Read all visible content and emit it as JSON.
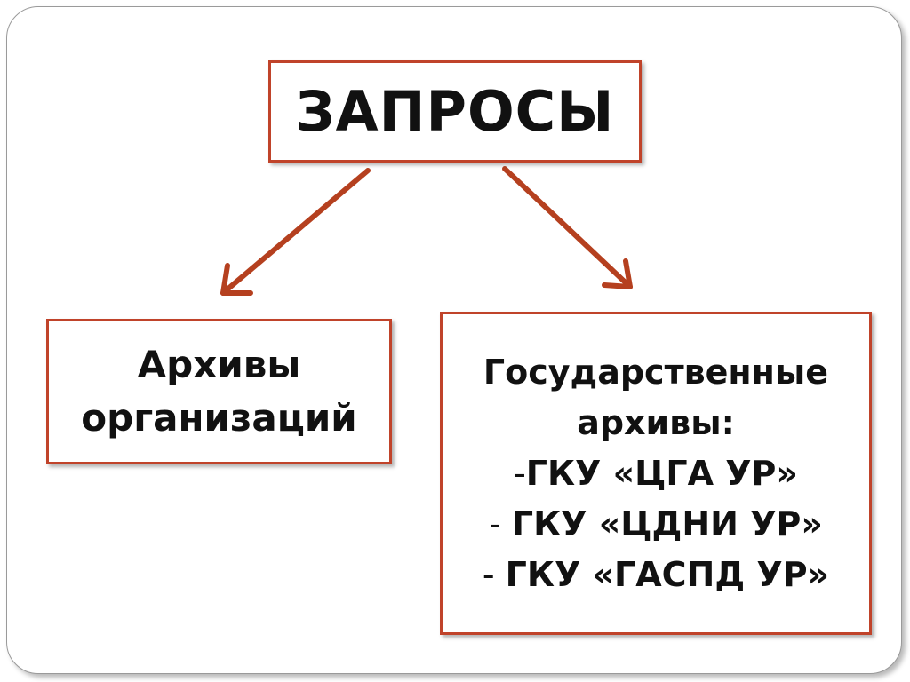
{
  "diagram": {
    "root": {
      "label": "ЗАПРОСЫ"
    },
    "left": {
      "lines": [
        "Архивы",
        "организаций"
      ]
    },
    "right": {
      "lines": [
        {
          "dash": "",
          "text": "Государственные"
        },
        {
          "dash": "",
          "text": "архивы:"
        },
        {
          "dash": "-",
          "text": "ГКУ «ЦГА УР»"
        },
        {
          "dash": "- ",
          "text": "ГКУ «ЦДНИ УР»"
        },
        {
          "dash": "- ",
          "text": "ГКУ «ГАСПД УР»"
        }
      ]
    },
    "colors": {
      "border": "#c0432a",
      "arrow": "#b5401f",
      "text": "#111111"
    }
  }
}
